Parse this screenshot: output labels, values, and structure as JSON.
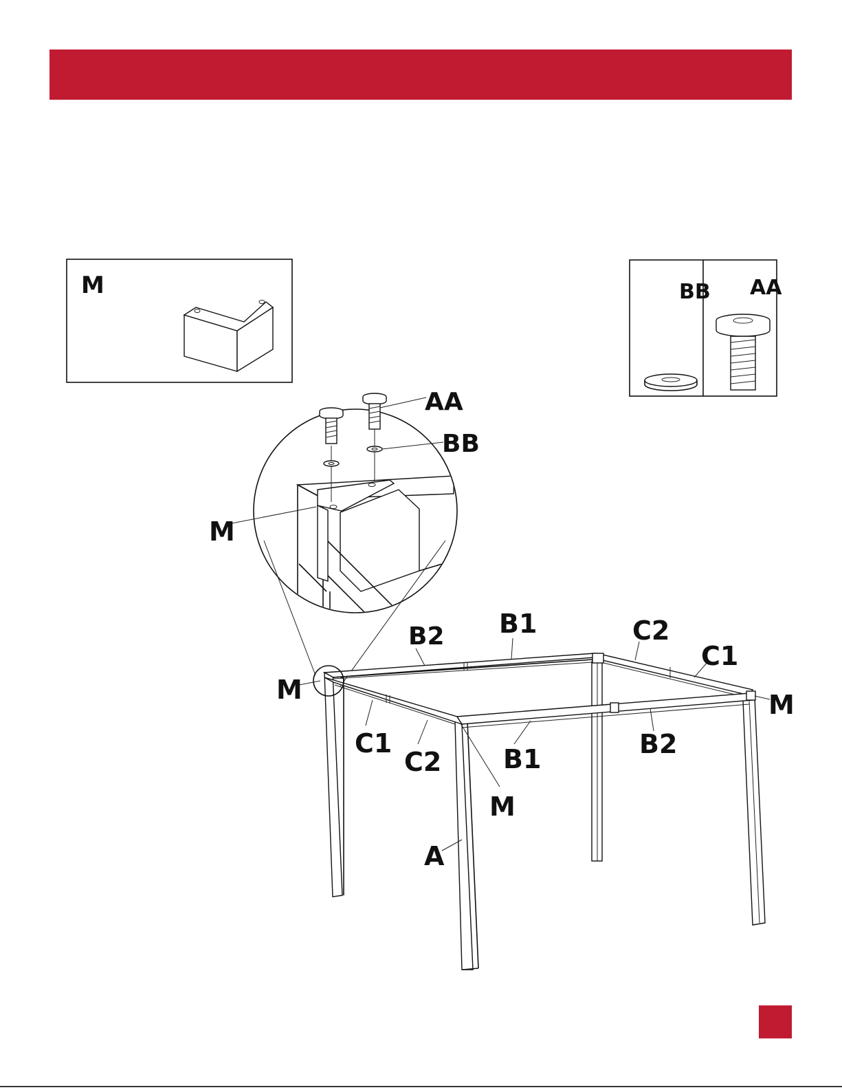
{
  "colors": {
    "accent": "#c11b31",
    "ink": "#111111"
  },
  "inset_m": {
    "label": "M"
  },
  "inset_hardware": {
    "washer_label": "BB",
    "screw_label": "AA"
  },
  "detail": {
    "screw_label": "AA",
    "washer_label": "BB",
    "bracket_label": "M"
  },
  "frame_labels": {
    "b2_back": "B2",
    "b1_back": "B1",
    "c2_right": "C2",
    "c1_right": "C1",
    "m_left": "M",
    "c1_left": "C1",
    "c2_left": "C2",
    "b1_front": "B1",
    "b2_front": "B2",
    "m_front": "M",
    "m_right": "M",
    "leg": "A"
  }
}
